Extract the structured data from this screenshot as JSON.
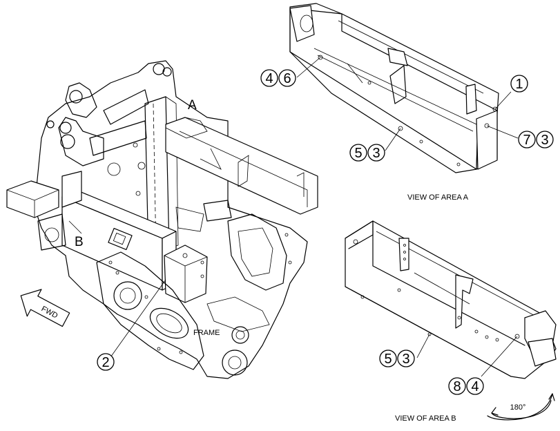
{
  "labels": {
    "area_a": "A",
    "area_b": "B",
    "frame": "FRAME",
    "fwd": "FWD",
    "view_a": "VIEW OF AREA A",
    "view_b": "VIEW OF AREA B",
    "rotation": "180°"
  },
  "callouts": {
    "c1": "1",
    "c2": "2",
    "c3a": "3",
    "c3b": "3",
    "c3c": "3",
    "c4a": "4",
    "c4b": "4",
    "c5a": "5",
    "c5b": "5",
    "c6": "6",
    "c7": "7",
    "c8": "8"
  }
}
